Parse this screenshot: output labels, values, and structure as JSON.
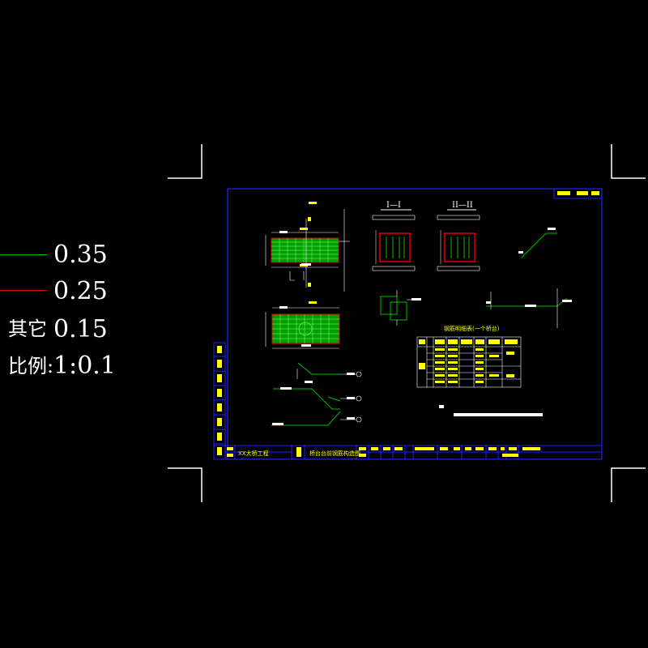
{
  "legend": {
    "items": [
      {
        "prefix": "",
        "value": "0.35",
        "color": "#00c000"
      },
      {
        "prefix": "",
        "value": "0.25",
        "color": "#e00000"
      },
      {
        "prefix": "其它",
        "value": "0.15",
        "color": ""
      },
      {
        "prefix": "比例:",
        "value": "1:0.1",
        "color": ""
      }
    ]
  },
  "drawing": {
    "section_1": "I—I",
    "section_2": "II—II",
    "table_title": "钢筋明细表(一个桥台)",
    "title_block": {
      "project": "XX大桥工程",
      "drawing_title": "桥台台前钢筋构造图"
    },
    "colors": {
      "frame": "#2020ff",
      "rebar": "#00c000",
      "concrete": "#e00000",
      "text": "#ffff00",
      "corner": "#ffffff"
    }
  }
}
